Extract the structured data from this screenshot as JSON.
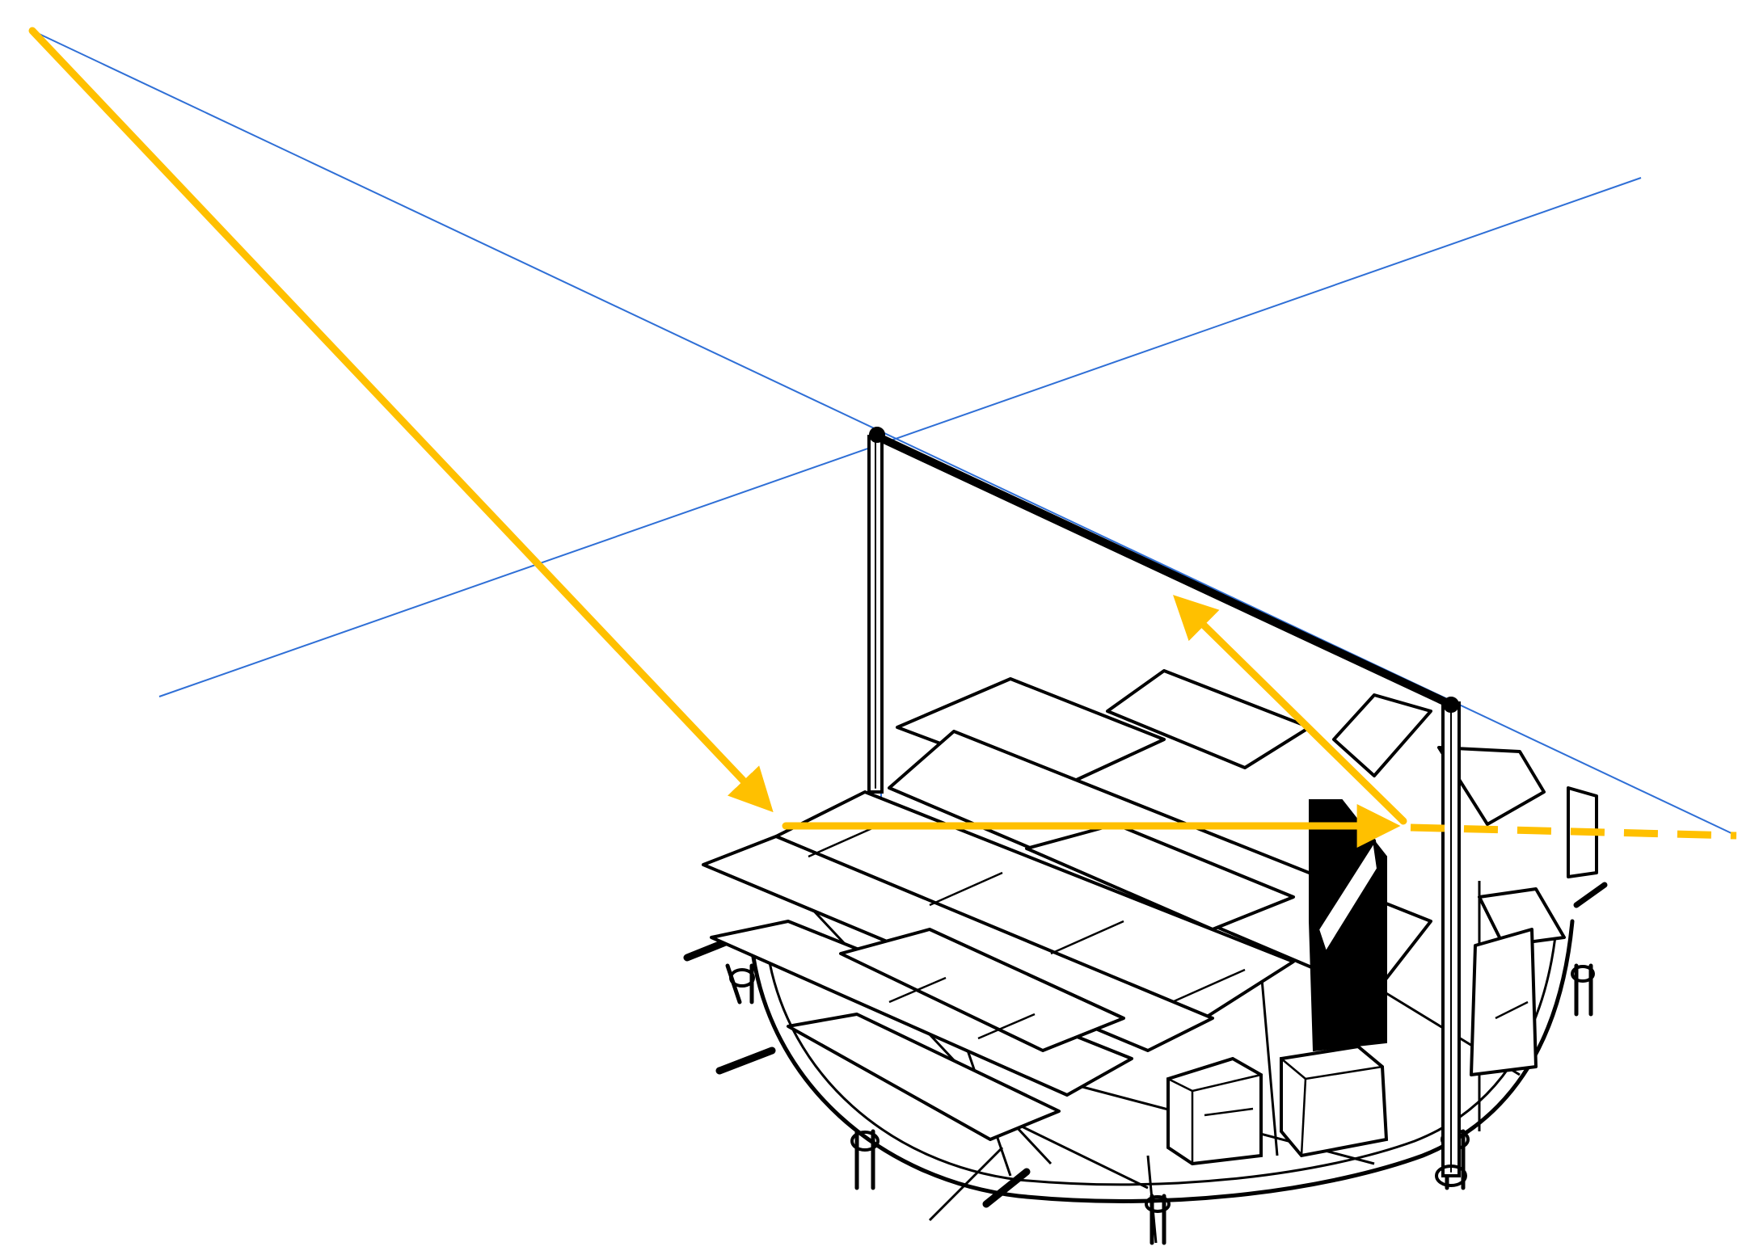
{
  "diagram": {
    "colors": {
      "background": "#ffffff",
      "line_art": "#000000",
      "guide_lines": "#2f6fd6",
      "light_rays": "#ffc000"
    },
    "elements": [
      "incident-ray",
      "reflected-horizontal-ray",
      "reflected-upward-ray",
      "continuation-dashed-ray",
      "guide-line-a",
      "guide-line-b",
      "reflector-frame",
      "solar-array-platform",
      "cargo-boxes",
      "support-legs"
    ]
  }
}
